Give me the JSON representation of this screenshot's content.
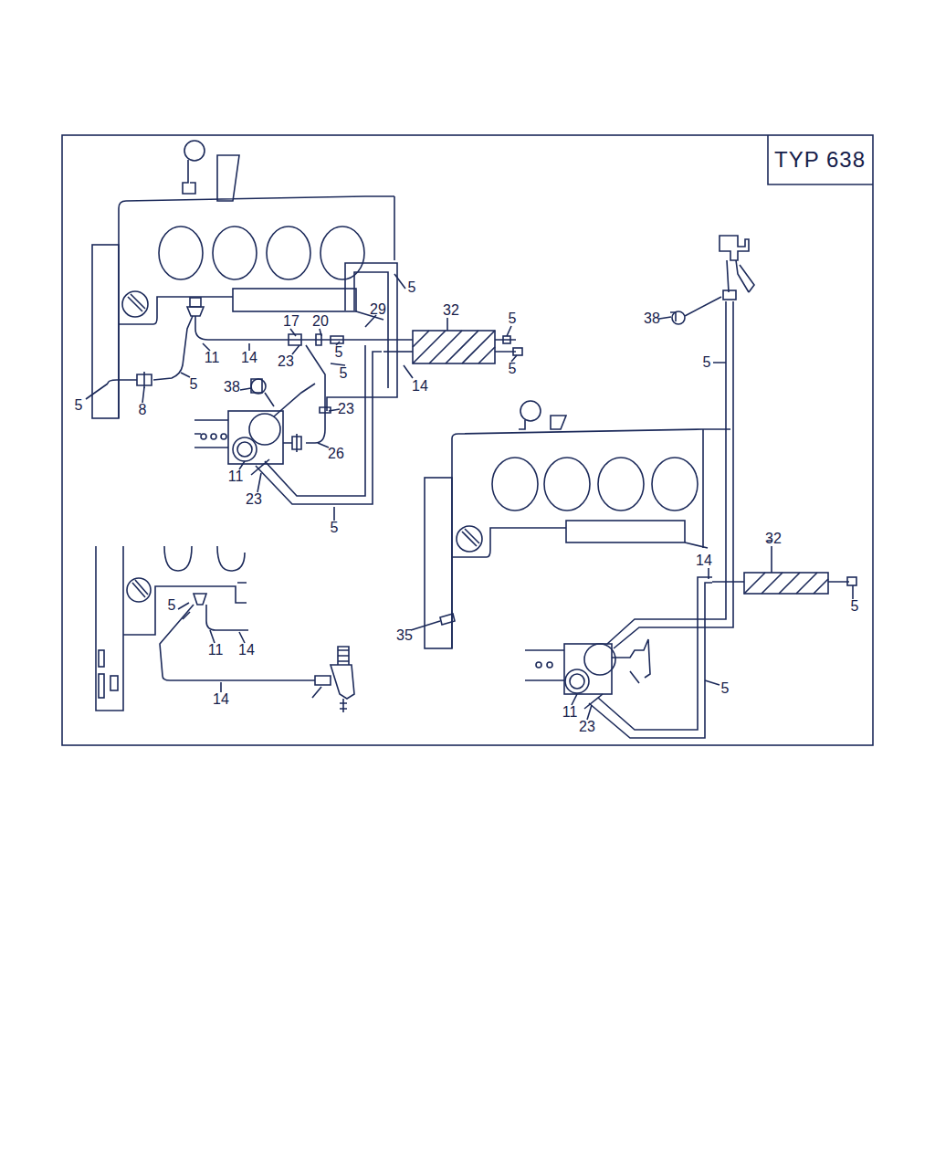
{
  "diagram": {
    "title": "TYP 638",
    "labels": [
      "5",
      "32",
      "5",
      "38",
      "29",
      "17",
      "20",
      "5",
      "11",
      "14",
      "23",
      "5",
      "5",
      "5",
      "14",
      "38",
      "5",
      "5",
      "8",
      "23",
      "26",
      "11",
      "23",
      "5",
      "32",
      "14",
      "5",
      "5",
      "35",
      "11",
      "14",
      "5",
      "14",
      "11",
      "23"
    ]
  }
}
